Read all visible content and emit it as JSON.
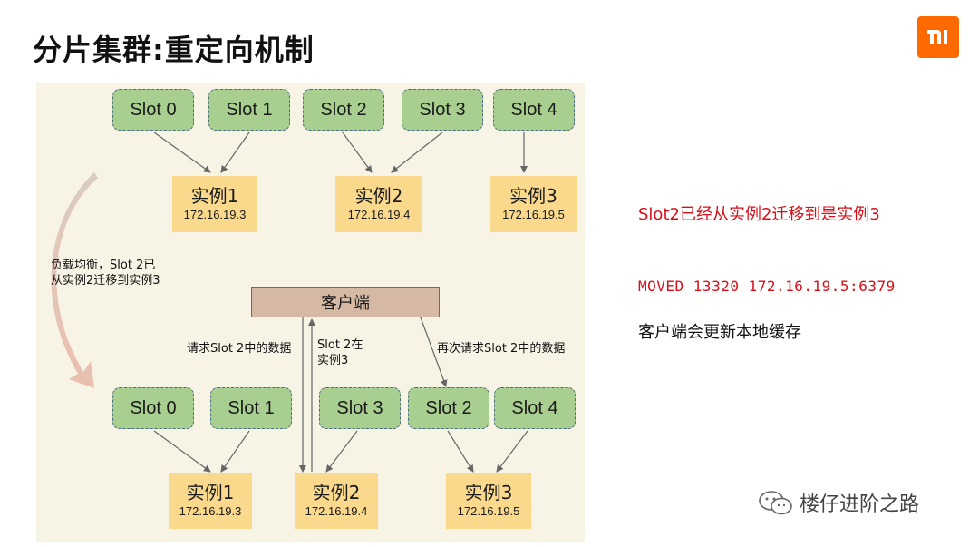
{
  "title": "分片集群:重定向机制",
  "logo_text": "mi",
  "top": {
    "slots": [
      "Slot 0",
      "Slot 1",
      "Slot 2",
      "Slot 3",
      "Slot 4"
    ],
    "instances": [
      {
        "name": "实例1",
        "ip": "172.16.19.3"
      },
      {
        "name": "实例2",
        "ip": "172.16.19.4"
      },
      {
        "name": "实例3",
        "ip": "172.16.19.5"
      }
    ]
  },
  "migration_note": {
    "line1": "负载均衡，Slot 2已",
    "line2": "从实例2迁移到实例3"
  },
  "client": "客户端",
  "request_label": "请求Slot 2中的数据",
  "moved_label": {
    "line1": "Slot 2在",
    "line2": "实例3"
  },
  "retry_label": "再次请求Slot 2中的数据",
  "bottom": {
    "slots": [
      "Slot 0",
      "Slot 1",
      "Slot 3",
      "Slot 2",
      "Slot 4"
    ],
    "instances": [
      {
        "name": "实例1",
        "ip": "172.16.19.3"
      },
      {
        "name": "实例2",
        "ip": "172.16.19.4"
      },
      {
        "name": "实例3",
        "ip": "172.16.19.5"
      }
    ]
  },
  "right": {
    "note": "Slot2已经从实例2迁移到是实例3",
    "moved": "MOVED 13320 172.16.19.5:6379",
    "cache": "客户端会更新本地缓存"
  },
  "watermark": "楼仔进阶之路",
  "colors": {
    "slot_fill": "#a8cf8f",
    "instance_fill": "#fad98c",
    "client_fill": "#d6b9a4",
    "accent_red": "#d6101a",
    "logo": "#ff6a00"
  }
}
